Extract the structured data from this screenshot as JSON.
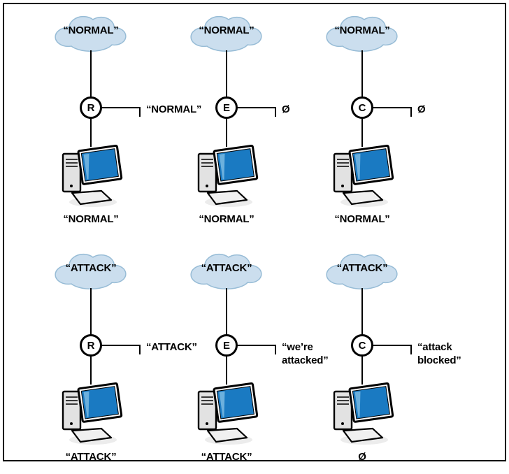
{
  "figure": {
    "description": "Six-panel network diagram comparing device R, E and C behavior under NORMAL and ATTACK traffic",
    "colors": {
      "cloud_fill": "#cbdeee",
      "cloud_stroke": "#97bcd6",
      "screen_blue": "#1a7ac2",
      "line": "#000000",
      "border": "#000000"
    },
    "panels": [
      {
        "cloud": "“NORMAL”",
        "node": "R",
        "side": "“NORMAL”",
        "bottom": "“NORMAL”"
      },
      {
        "cloud": "“NORMAL”",
        "node": "E",
        "side": "Ø",
        "bottom": "“NORMAL”"
      },
      {
        "cloud": "“NORMAL”",
        "node": "C",
        "side": "Ø",
        "bottom": "“NORMAL”"
      },
      {
        "cloud": "“ATTACK”",
        "node": "R",
        "side": "“ATTACK”",
        "bottom": "“ATTACK”"
      },
      {
        "cloud": "“ATTACK”",
        "node": "E",
        "side": "“we’re attacked”",
        "bottom": "“ATTACK”"
      },
      {
        "cloud": "“ATTACK”",
        "node": "C",
        "side": "“attack blocked”",
        "bottom": "Ø"
      }
    ]
  }
}
